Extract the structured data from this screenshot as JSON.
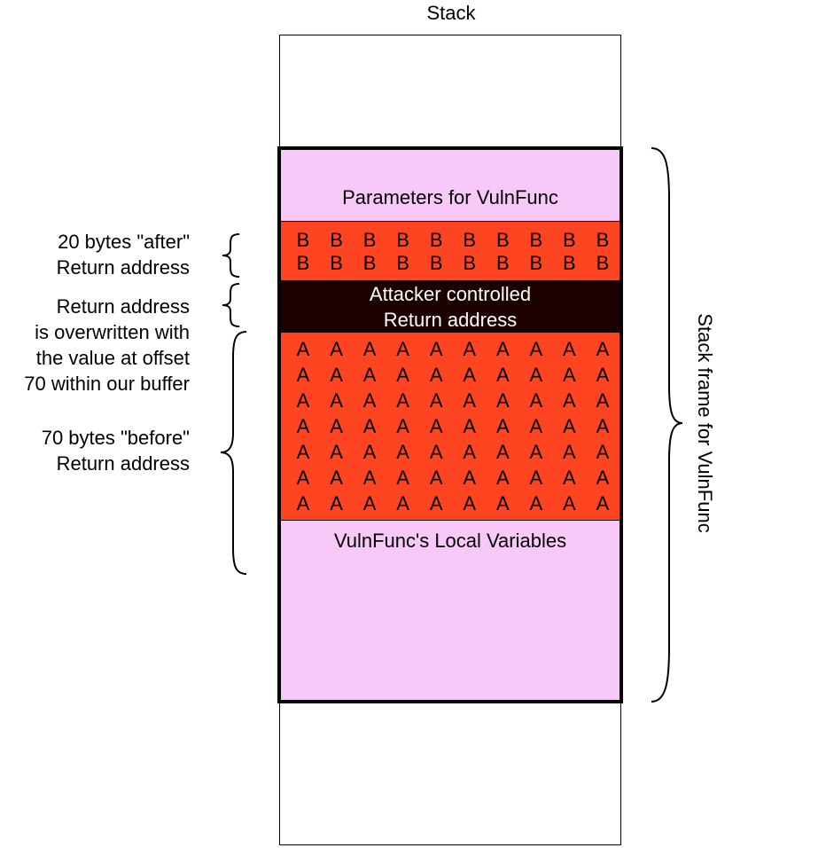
{
  "title": "Stack",
  "frame_label": "Stack frame for VulnFunc",
  "params_label": "Parameters for VulnFunc",
  "locals_label": "VulnFunc's Local Variables",
  "return_region": {
    "line1": "Attacker controlled",
    "line2": "Return address"
  },
  "b_fill": {
    "letter": "B",
    "rows": 2,
    "cols": 10
  },
  "a_fill": {
    "letter": "A",
    "rows": 7,
    "cols": 10
  },
  "annotations": {
    "after": {
      "line1": "20 bytes \"after\"",
      "line2": "Return address"
    },
    "overwritten": {
      "line1": "Return address",
      "line2": "is overwritten with",
      "line3": "the value at offset",
      "line4": "70 within our buffer"
    },
    "before": {
      "line1": "70 bytes \"before\"",
      "line2": "Return address"
    }
  },
  "colors": {
    "frame_fill": "#f8c8f8",
    "overflow_fill": "#ff4422",
    "return_fill": "#1c0000"
  }
}
